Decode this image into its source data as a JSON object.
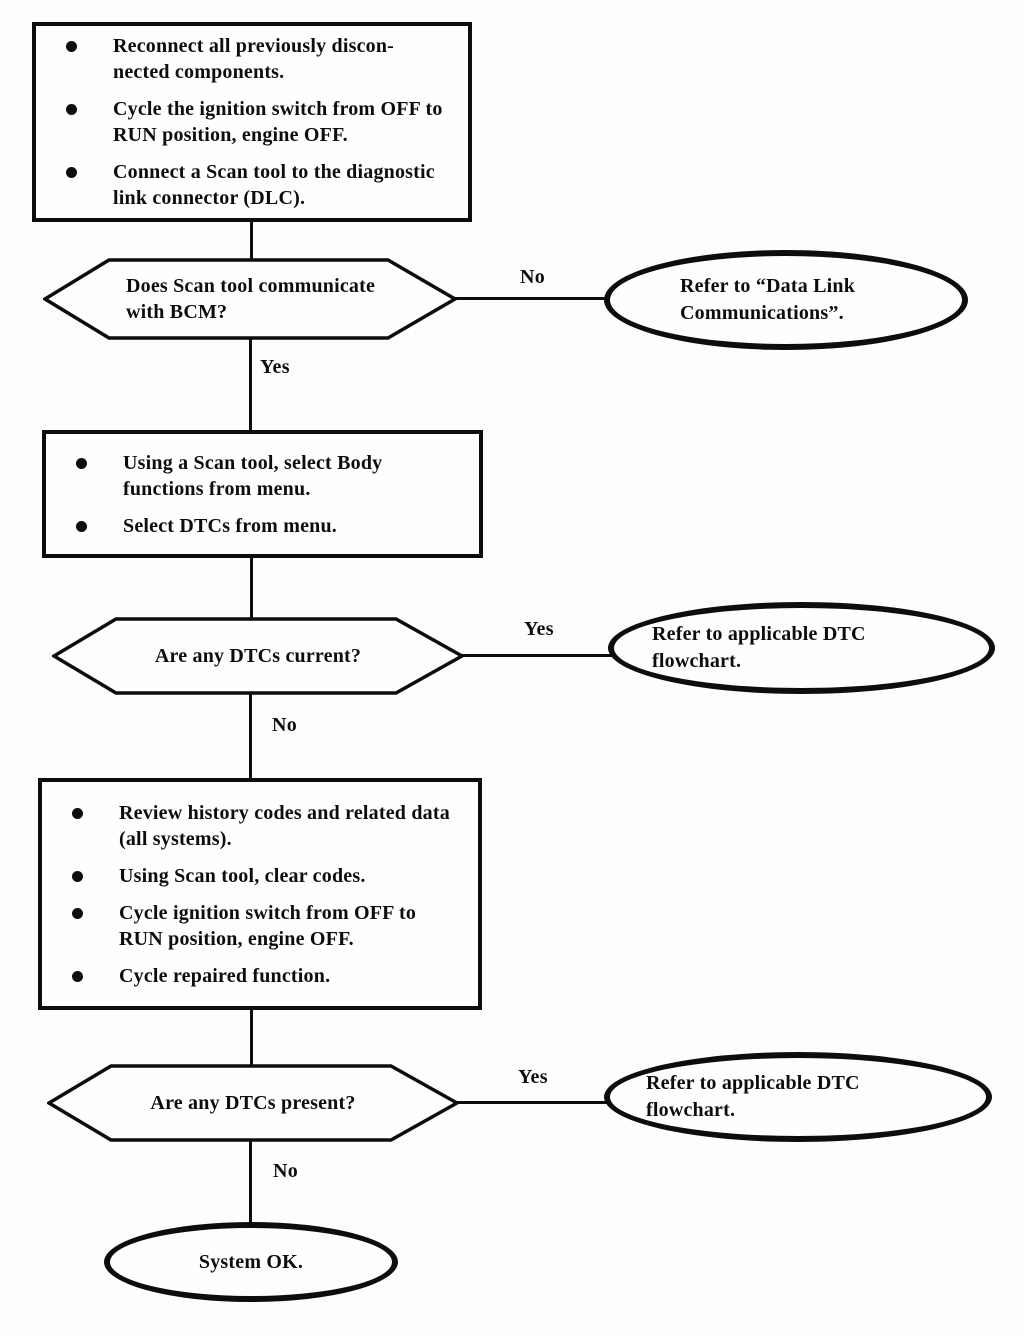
{
  "flowchart": {
    "step1": {
      "items": [
        "Reconnect all previously discon-\nnected components.",
        "Cycle the ignition switch from OFF to\nRUN position, engine OFF.",
        "Connect a Scan tool to the diagnostic\nlink connector (DLC)."
      ]
    },
    "decision1": {
      "question": "Does Scan tool communicate\nwith BCM?",
      "no_label": "No",
      "yes_label": "Yes"
    },
    "terminal_no1": {
      "label": "Refer to “Data Link\nCommunications”."
    },
    "step2": {
      "items": [
        "Using a Scan tool, select Body\nfunctions from menu.",
        "Select DTCs from menu."
      ]
    },
    "decision2": {
      "question": "Are any DTCs current?",
      "yes_label": "Yes",
      "no_label": "No"
    },
    "terminal_yes2": {
      "label": "Refer to applicable DTC\nflowchart."
    },
    "step3": {
      "items": [
        "Review history codes and related data\n(all systems).",
        "Using Scan tool, clear codes.",
        "Cycle ignition switch from OFF to\nRUN position, engine OFF.",
        "Cycle repaired function."
      ]
    },
    "decision3": {
      "question": "Are any DTCs present?",
      "yes_label": "Yes",
      "no_label": "No"
    },
    "terminal_yes3": {
      "label": "Refer to applicable DTC\nflowchart."
    },
    "terminal_end": {
      "label": "System OK."
    }
  }
}
